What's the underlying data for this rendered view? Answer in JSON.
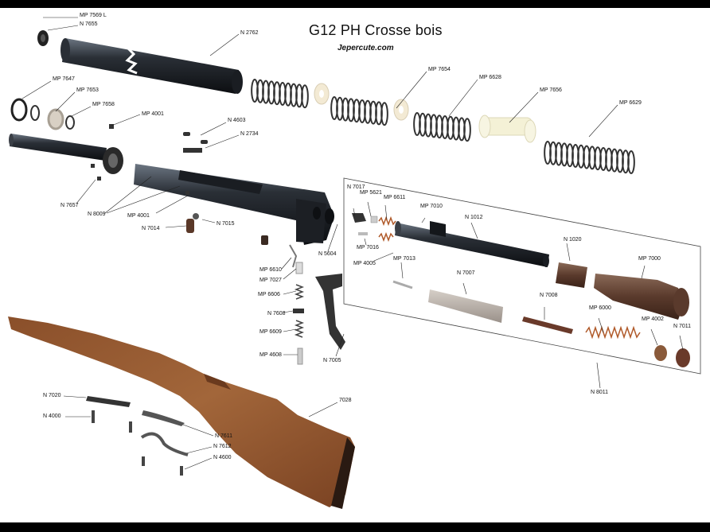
{
  "title": "G12 PH Crosse bois",
  "subtitle": "Jepercute.com",
  "labels": [
    {
      "id": "mp7569l",
      "text": "MP 7569 L"
    },
    {
      "id": "n7655",
      "text": "N 7655"
    },
    {
      "id": "n2762",
      "text": "N 2762"
    },
    {
      "id": "mp7654",
      "text": "MP 7654"
    },
    {
      "id": "mp6628",
      "text": "MP 6628"
    },
    {
      "id": "mp7656",
      "text": "MP 7656"
    },
    {
      "id": "mp6629",
      "text": "MP 6629"
    },
    {
      "id": "mp7647",
      "text": "MP 7647"
    },
    {
      "id": "mp7653",
      "text": "MP 7653"
    },
    {
      "id": "mp7658",
      "text": "MP 7658"
    },
    {
      "id": "mp4001a",
      "text": "MP 4001"
    },
    {
      "id": "n4603",
      "text": "N 4603"
    },
    {
      "id": "n2734",
      "text": "N 2734"
    },
    {
      "id": "n7657",
      "text": "N 7657"
    },
    {
      "id": "n8009",
      "text": "N 8009"
    },
    {
      "id": "mp4001b",
      "text": "MP 4001"
    },
    {
      "id": "n7014",
      "text": "N 7014"
    },
    {
      "id": "n7015",
      "text": "N 7015"
    },
    {
      "id": "n5604",
      "text": "N 5604"
    },
    {
      "id": "mp6610",
      "text": "MP 6610"
    },
    {
      "id": "mp7027",
      "text": "MP 7027"
    },
    {
      "id": "mp6606",
      "text": "MP 6606"
    },
    {
      "id": "n7608",
      "text": "N 7608"
    },
    {
      "id": "mp6609",
      "text": "MP 6609"
    },
    {
      "id": "mp4608",
      "text": "MP 4608"
    },
    {
      "id": "n7005",
      "text": "N 7005"
    },
    {
      "id": "n7017",
      "text": "N 7017"
    },
    {
      "id": "mp5621",
      "text": "MP 5621"
    },
    {
      "id": "mp6611",
      "text": "MP 6611"
    },
    {
      "id": "mp7010",
      "text": "MP 7010"
    },
    {
      "id": "n1012",
      "text": "N 1012"
    },
    {
      "id": "mp7016",
      "text": "MP 7016"
    },
    {
      "id": "mp7013",
      "text": "MP 7013"
    },
    {
      "id": "mp4005",
      "text": "MP 4005"
    },
    {
      "id": "n1020",
      "text": "N 1020"
    },
    {
      "id": "mp7000",
      "text": "MP 7000"
    },
    {
      "id": "n7007",
      "text": "N 7007"
    },
    {
      "id": "n7008",
      "text": "N 7008"
    },
    {
      "id": "mp6000",
      "text": "MP 6000"
    },
    {
      "id": "mp4002",
      "text": "MP 4002"
    },
    {
      "id": "n7011",
      "text": "N 7011"
    },
    {
      "id": "n8011",
      "text": "N 8011"
    },
    {
      "id": "n7020",
      "text": "N 7020"
    },
    {
      "id": "n4000",
      "text": "N 4000"
    },
    {
      "id": "n7028",
      "text": "7028"
    },
    {
      "id": "n7611",
      "text": "N 7611"
    },
    {
      "id": "n7612",
      "text": "N 7612"
    },
    {
      "id": "n4600",
      "text": "N 4600"
    }
  ]
}
